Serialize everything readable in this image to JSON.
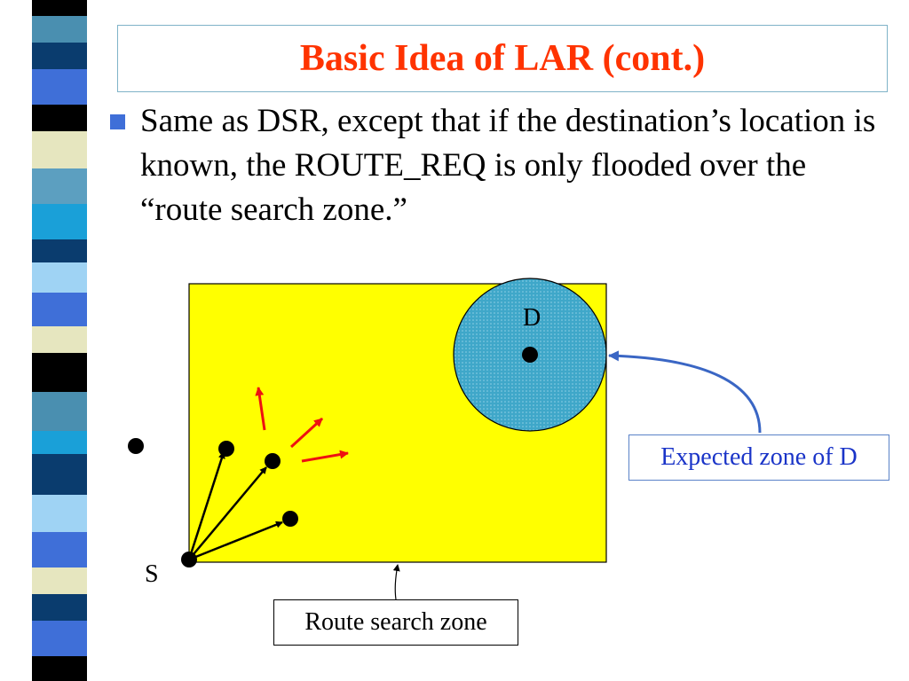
{
  "slide": {
    "title": "Basic Idea of LAR (cont.)",
    "bullet": "Same as DSR, except that if the destination’s location is known, the ROUTE_REQ is only flooded over the “route search zone.”"
  },
  "diagram": {
    "source_label": "S",
    "destination_label": "D",
    "expected_zone_label": "Expected zone of D",
    "route_zone_label": "Route search zone"
  },
  "colors": {
    "title": "#ff3300",
    "bullet_square": "#3f6fd8",
    "route_zone_fill": "#ffff00",
    "expected_zone_fill": "#3fa7c9",
    "forward_arrows": "#ee1111",
    "callout_arrow": "#3a66c4",
    "expected_zone_text": "#1a34c8"
  }
}
